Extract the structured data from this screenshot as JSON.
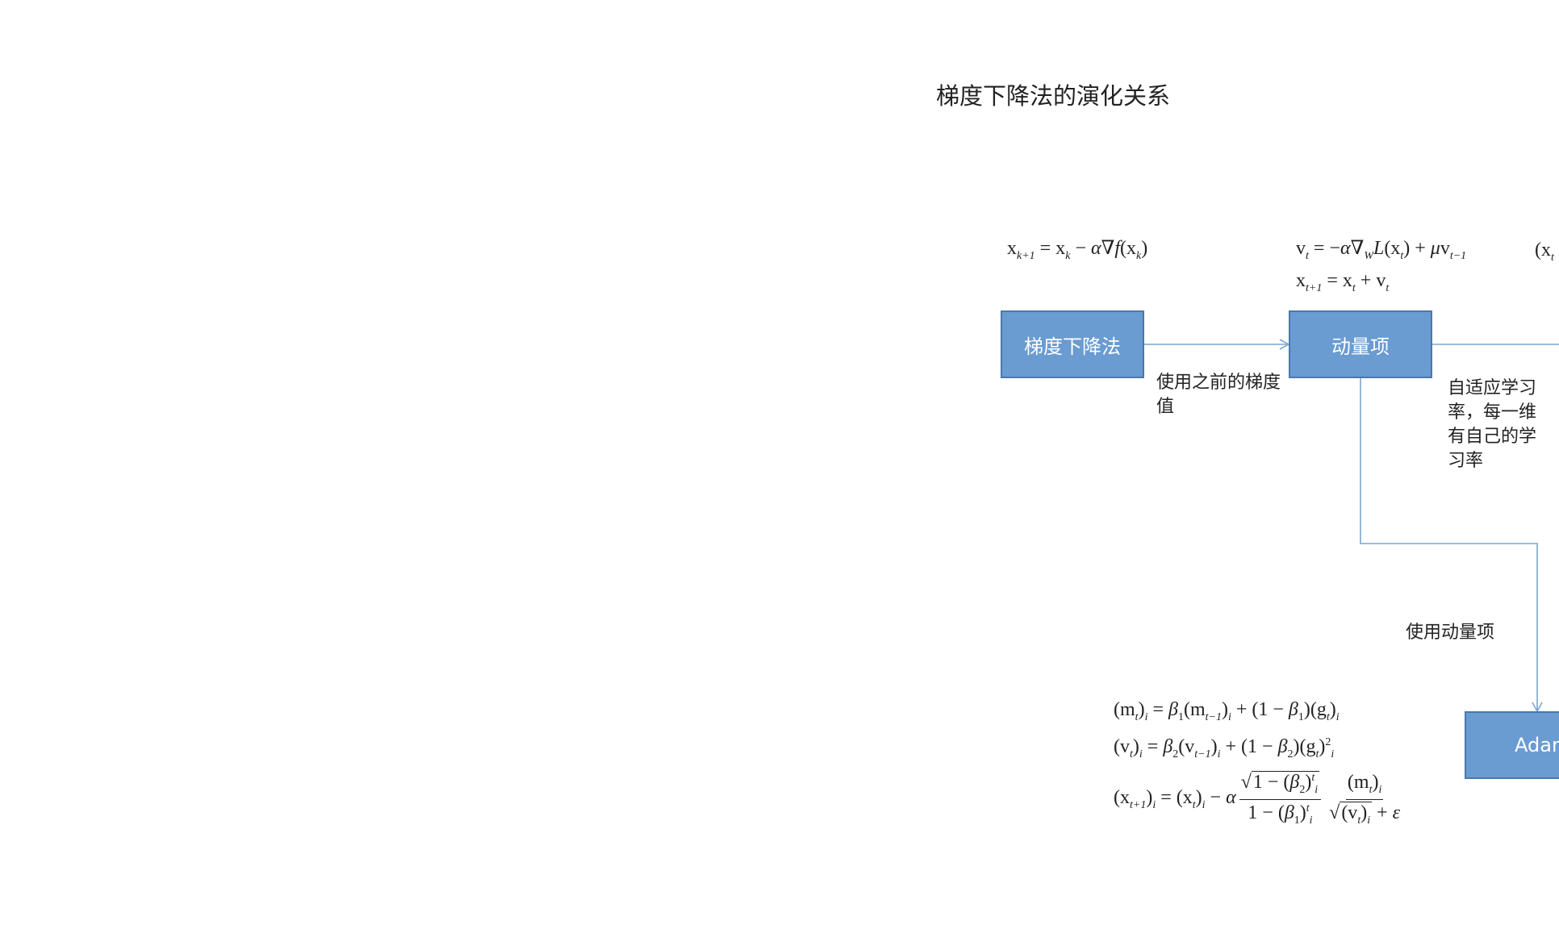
{
  "title": "梯度下降法的演化关系",
  "nodes": {
    "gradient_descent": "梯度下降法",
    "momentum": "动量项",
    "adam": "Adam"
  },
  "edge_labels": {
    "gd_to_momentum": "使用之前的梯度 值",
    "adaptive_lr": "自适应学习率，每一维有自己的学习率",
    "use_momentum": "使用动量项"
  },
  "colors": {
    "node_fill": "#6a9bd1",
    "node_border": "#4a78ad",
    "connector": "#7aa6d6"
  }
}
